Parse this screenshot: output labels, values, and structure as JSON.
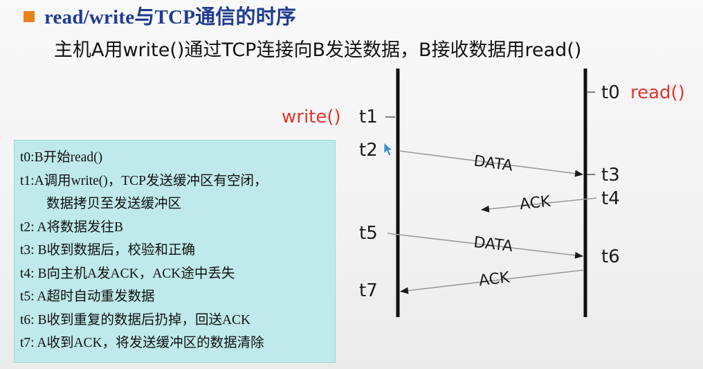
{
  "title": "read/write与TCP通信的时序",
  "subtitle": "主机A用write()通过TCP连接向B发送数据，B接收数据用read()",
  "colors": {
    "title": "#1f3c8f",
    "bullet": "#e8821a",
    "red_label": "#e0362c",
    "note_box": "#bfe9ea",
    "cursor": "#3a8fd8"
  },
  "notes": [
    "t0:B开始read()",
    "t1:A调用write()，TCP发送缓冲区有空闭，",
    "数据拷贝至发送缓冲区",
    "t2: A将数据发往B",
    "t3: B收到数据后，校验和正确",
    "t4: B向主机A发ACK，ACK途中丢失",
    "t5: A超时自动重发数据",
    "t6: B收到重复的数据后扔掉，回送ACK",
    "t7: A收到ACK，将发送缓冲区的数据清除"
  ],
  "diagram": {
    "left_call": "write()",
    "right_call": "read()",
    "time_labels": {
      "t0": "t0",
      "t1": "t1",
      "t2": "t2",
      "t3": "t3",
      "t4": "t4",
      "t5": "t5",
      "t6": "t6",
      "t7": "t7"
    },
    "messages": {
      "data1": "DATA",
      "ack1": "ACK",
      "data2": "DATA",
      "ack2": "ACK"
    }
  }
}
